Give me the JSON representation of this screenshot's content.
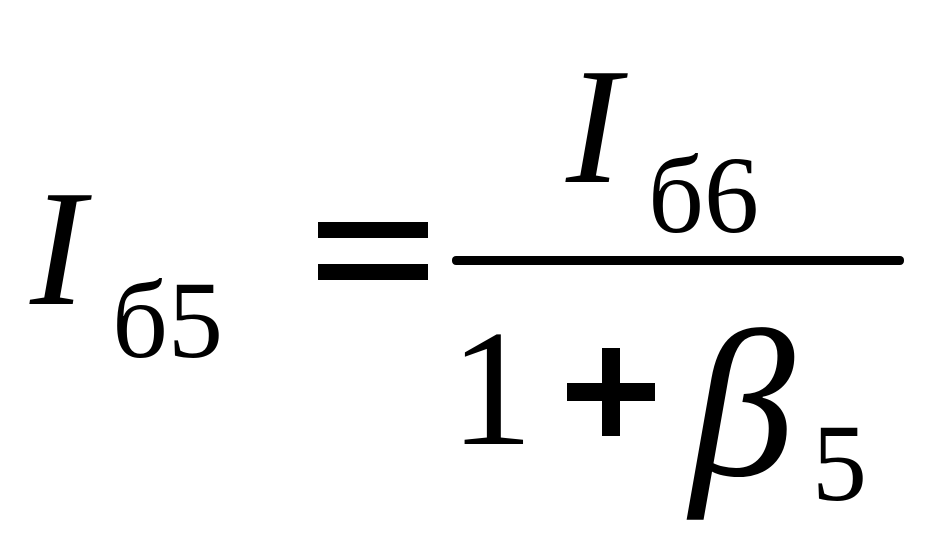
{
  "formula": {
    "lhs": {
      "symbol": "I",
      "subscript": "б5"
    },
    "operator": "=",
    "numerator": {
      "symbol": "I",
      "subscript": "б6"
    },
    "denominator": {
      "constant": "1",
      "plus": "+",
      "symbol": "β",
      "subscript": "5"
    }
  }
}
